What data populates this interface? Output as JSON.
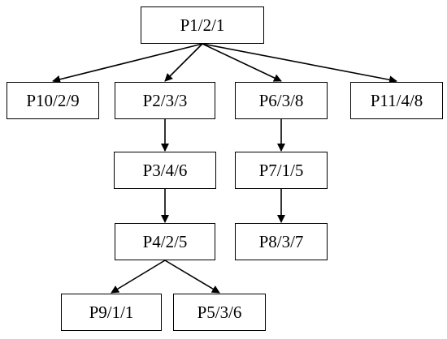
{
  "diagram": {
    "nodes": [
      {
        "id": "n1",
        "label": "P1/2/1"
      },
      {
        "id": "n10",
        "label": "P10/2/9"
      },
      {
        "id": "n2",
        "label": "P2/3/3"
      },
      {
        "id": "n6",
        "label": "P6/3/8"
      },
      {
        "id": "n11",
        "label": "P11/4/8"
      },
      {
        "id": "n3",
        "label": "P3/4/6"
      },
      {
        "id": "n7",
        "label": "P7/1/5"
      },
      {
        "id": "n4",
        "label": "P4/2/5"
      },
      {
        "id": "n8",
        "label": "P8/3/7"
      },
      {
        "id": "n9",
        "label": "P9/1/1"
      },
      {
        "id": "n5",
        "label": "P5/3/6"
      }
    ],
    "edges": [
      {
        "from": "n1",
        "to": "n10"
      },
      {
        "from": "n1",
        "to": "n2"
      },
      {
        "from": "n1",
        "to": "n6"
      },
      {
        "from": "n1",
        "to": "n11"
      },
      {
        "from": "n2",
        "to": "n3"
      },
      {
        "from": "n3",
        "to": "n4"
      },
      {
        "from": "n4",
        "to": "n9"
      },
      {
        "from": "n4",
        "to": "n5"
      },
      {
        "from": "n6",
        "to": "n7"
      },
      {
        "from": "n7",
        "to": "n8"
      }
    ],
    "colors": {
      "stroke": "#000000",
      "fill": "#ffffff",
      "text": "#000000"
    }
  }
}
